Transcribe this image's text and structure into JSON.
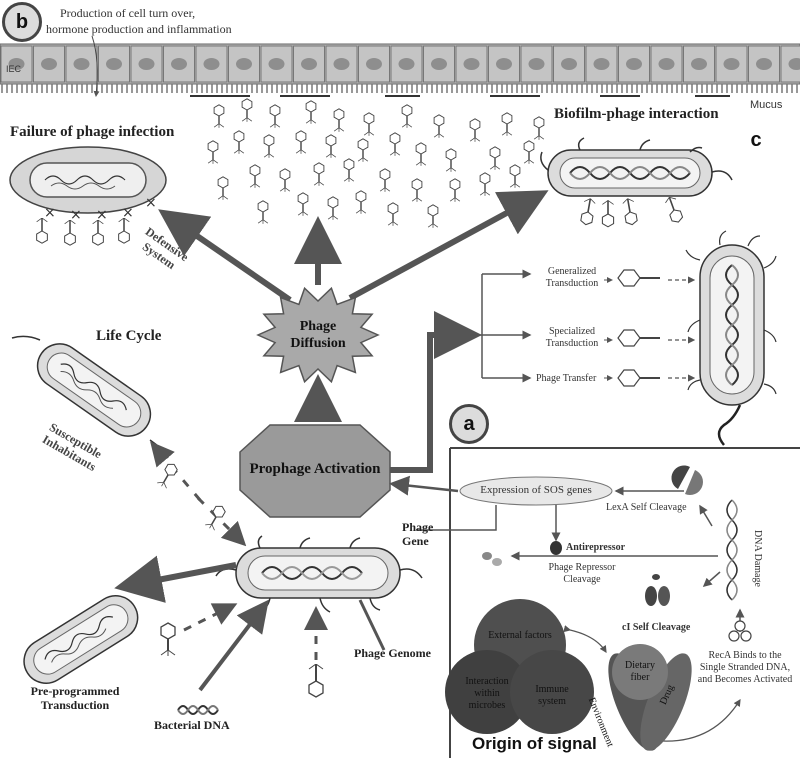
{
  "panels": {
    "a": "a",
    "b": "b",
    "c": "c"
  },
  "epithelium": {
    "caption_line1": "Production of cell turn over,",
    "caption_line2": "hormone production and inflammation",
    "iec_label": "IEC",
    "mucus_label": "Mucus"
  },
  "titles": {
    "failure": "Failure of phage infection",
    "biofilm": "Biofilm-phage interaction",
    "life_cycle": "Life Cycle",
    "origin": "Origin of signal"
  },
  "labels": {
    "defensive_1": "Defensive",
    "defensive_2": "System",
    "susceptible_1": "Susceptible",
    "susceptible_2": "Inhabitants",
    "phage_diffusion_1": "Phage",
    "phage_diffusion_2": "Diffusion",
    "prophage_activation": "Prophage Activation",
    "phage_gene_1": "Phage",
    "phage_gene_2": "Gene",
    "phage_genome": "Phage Genome",
    "bacterial_dna": "Bacterial DNA",
    "preprogrammed_1": "Pre-programmed",
    "preprogrammed_2": "Transduction",
    "generalized_1": "Generalized",
    "generalized_2": "Transduction",
    "specialized_1": "Specialized",
    "specialized_2": "Transduction",
    "phage_transfer": "Phage Transfer",
    "sos": "Expression of SOS genes",
    "lexa": "LexA Self Cleavage",
    "antirepressor": "Antirepressor",
    "repressor_1": "Phage Repressor",
    "repressor_2": "Cleavage",
    "ci": "cI Self Cleavage",
    "dna_damage": "DNA Damage",
    "reca_1": "RecA Binds to the",
    "reca_2": "Single Stranded DNA,",
    "reca_3": "and Becomes Activated",
    "external_factors": "External factors",
    "interaction_1": "Interaction",
    "interaction_2": "within",
    "interaction_3": "microbes",
    "immune_1": "Immune",
    "immune_2": "system",
    "dietary_1": "Dietary",
    "dietary_2": "fiber",
    "environment": "Environment",
    "drug": "Drug"
  }
}
